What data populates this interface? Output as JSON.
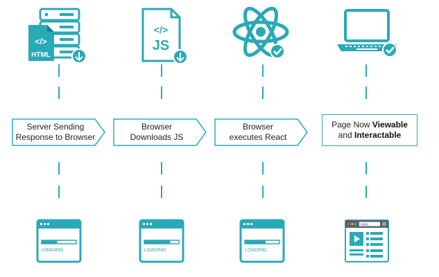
{
  "colors": {
    "accent": "#2aa9b7",
    "text": "#222222",
    "light": "#e8f6f8"
  },
  "icons": {
    "server": {
      "icon": "server-icon",
      "file_label": "HTML",
      "file_tag": "</>"
    },
    "js_file": {
      "icon": "js-file-icon",
      "file_label": "JS",
      "file_tag": "</>"
    },
    "react": {
      "icon": "react-atom-icon"
    },
    "laptop": {
      "icon": "laptop-icon"
    }
  },
  "steps": [
    {
      "line1": "Server Sending",
      "line2": "Response to Browser"
    },
    {
      "line1": "Browser",
      "line2": "Downloads JS"
    },
    {
      "line1": "Browser",
      "line2": "executes React"
    }
  ],
  "final": {
    "prefix": "Page Now ",
    "bold1": "Viewable",
    "mid": "and ",
    "bold2": "Interactable"
  },
  "windows": [
    {
      "icon": "loading-window-icon",
      "label": "LOADING",
      "progress": 0.45
    },
    {
      "icon": "loading-window-icon",
      "label": "LOADING",
      "progress": 0.75
    },
    {
      "icon": "loading-window-icon",
      "label": "LOADING",
      "progress": 0.6
    },
    {
      "icon": "browser-page-icon",
      "url": "www."
    }
  ]
}
